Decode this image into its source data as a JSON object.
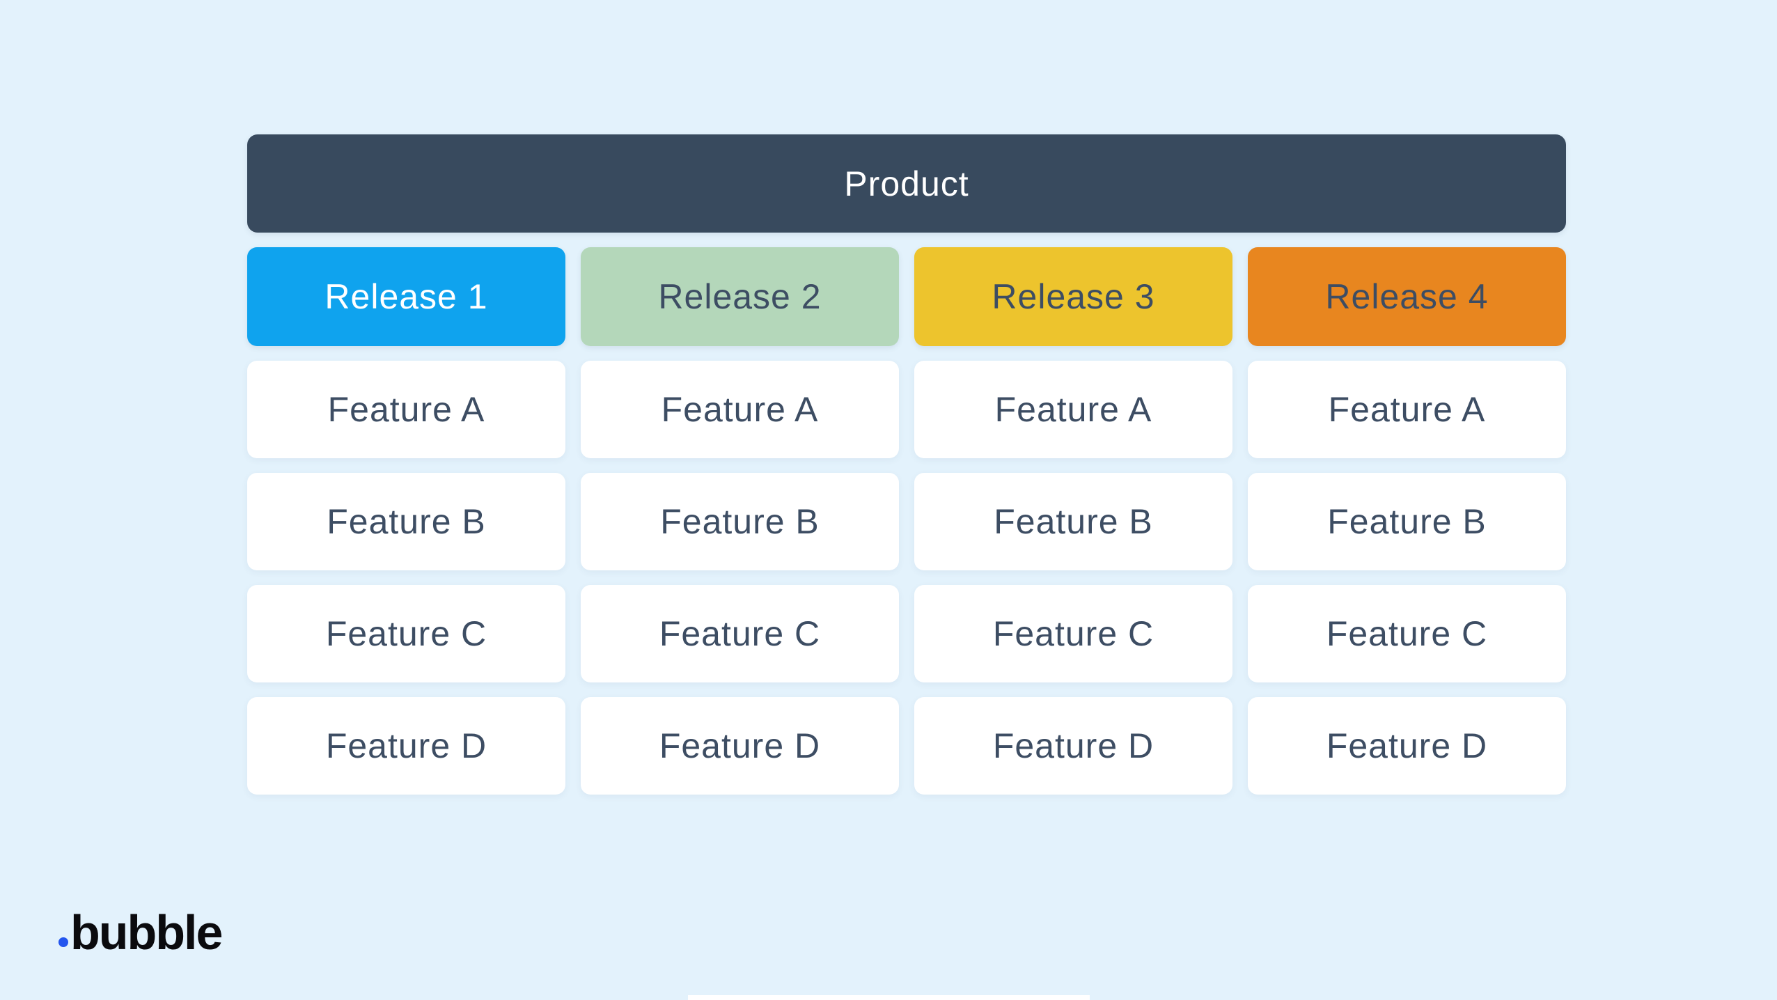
{
  "canvas": {
    "background_color": "#e3f2fc"
  },
  "diagram": {
    "product": {
      "label": "Product",
      "color": "#384a5e",
      "text_color": "#ffffff"
    },
    "releases": [
      {
        "label": "Release 1",
        "color": "#0fa3ee",
        "text_color": "#ffffff"
      },
      {
        "label": "Release 2",
        "color": "#b4d7ba",
        "text_color": "#3d4d63"
      },
      {
        "label": "Release 3",
        "color": "#edc42d",
        "text_color": "#3d4d63"
      },
      {
        "label": "Release 4",
        "color": "#e8861f",
        "text_color": "#3d4d63"
      }
    ],
    "features": [
      "Feature A",
      "Feature B",
      "Feature C",
      "Feature D"
    ],
    "feature_card": {
      "background": "#ffffff",
      "text_color": "#3d4d63"
    }
  },
  "footer": {
    "logo_text": "bubble",
    "logo_text_color": "#0b0b0e",
    "logo_dot_color": "#2355ee"
  }
}
